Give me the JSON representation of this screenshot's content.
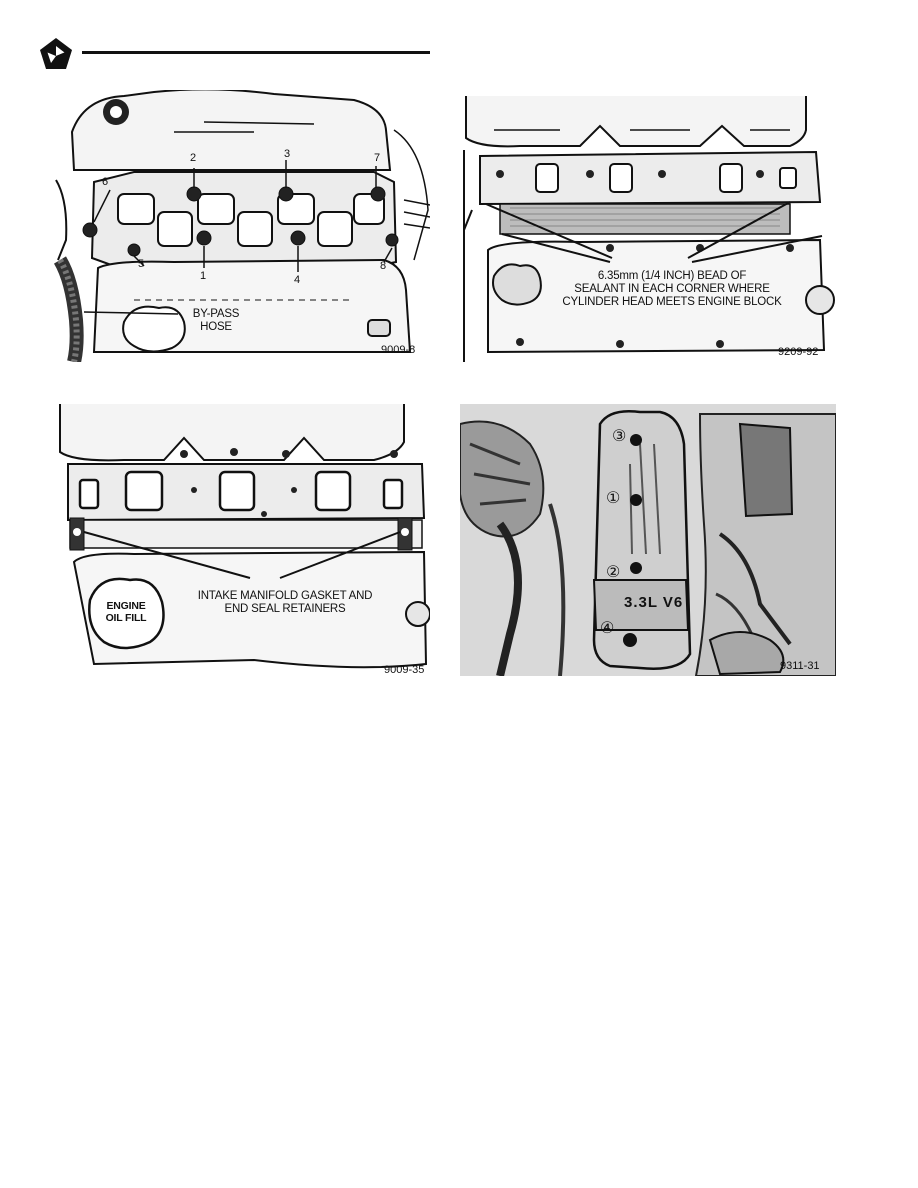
{
  "header": {
    "logo_icon": "pentastar-logo-icon",
    "rule_color": "#111111"
  },
  "figures": {
    "fig1": {
      "caption": "9009-8",
      "label_bypass_line1": "BY-PASS",
      "label_bypass_line2": "HOSE",
      "bolt_numbers": [
        "1",
        "2",
        "3",
        "4",
        "5",
        "6",
        "7",
        "8"
      ]
    },
    "fig2": {
      "caption": "9209-92",
      "label_line1": "6.35mm (1/4 INCH) BEAD OF",
      "label_line2": "SEALANT IN EACH CORNER WHERE",
      "label_line3": "CYLINDER HEAD MEETS ENGINE BLOCK"
    },
    "fig3": {
      "caption": "9009-35",
      "label_line1": "INTAKE MANIFOLD GASKET AND",
      "label_line2": "END SEAL RETAINERS",
      "cap_line1": "ENGINE",
      "cap_line2": "OIL FILL"
    },
    "fig4": {
      "caption": "9311-31",
      "circled_numbers": [
        "①",
        "②",
        "③",
        "④"
      ],
      "engine_badge": "3.3L V6"
    }
  }
}
